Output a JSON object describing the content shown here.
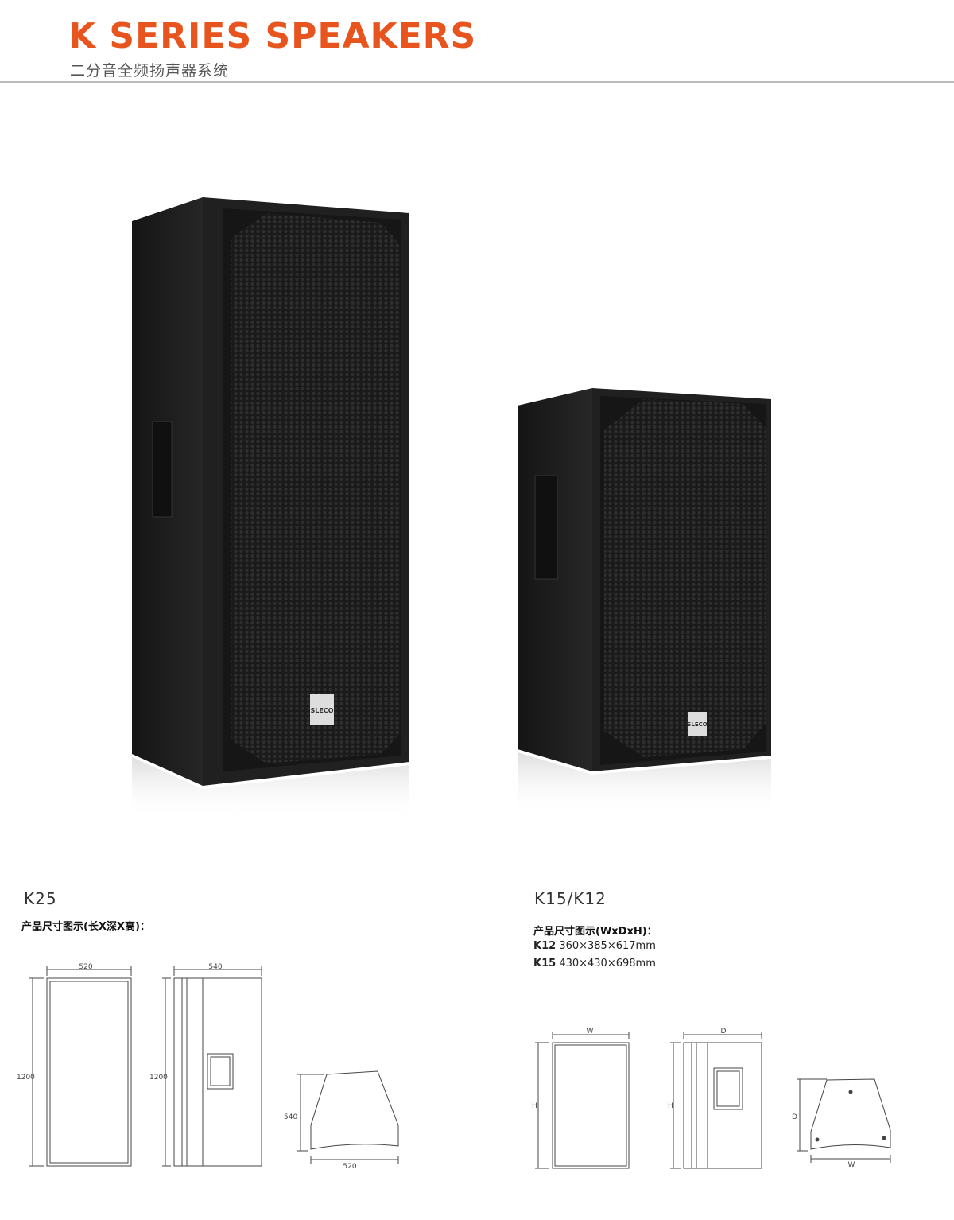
{
  "header": {
    "title": "K SERIES SPEAKERS",
    "subtitle": "二分音全频扬声器系统"
  },
  "products": [
    {
      "model": "K25",
      "dimension_label": "产品尺寸图示(长X深X高)：",
      "badge_logo": "SLECO",
      "drawing_labels": {
        "width": "520",
        "depth": "540",
        "height": "1200",
        "top_depth": "540",
        "top_width": "520"
      }
    },
    {
      "model": "K15/K12",
      "dimension_label": "产品尺寸图示(WxDxH)：",
      "badge_logo": "SLECO",
      "specs": [
        {
          "name": "K12",
          "value": "360×385×617mm"
        },
        {
          "name": "K15",
          "value": "430×430×698mm"
        }
      ],
      "drawing_labels": {
        "width": "W",
        "depth": "D",
        "height": "H",
        "top_depth": "D",
        "top_width": "W"
      }
    }
  ],
  "colors": {
    "accent": "#e8541e",
    "cabinet": "#1c1c1c",
    "grille": "#2a2a2a"
  }
}
